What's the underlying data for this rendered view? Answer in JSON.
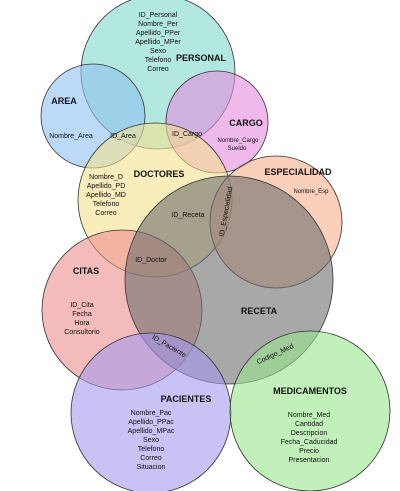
{
  "entities": {
    "personal": {
      "title": "PERSONAL",
      "attributes": [
        "ID_Personal",
        "Nombre_Per",
        "Apellido_PPer",
        "Apellido_MPer",
        "Sexo",
        "Telefono",
        "Correo"
      ],
      "color": "#7fd8c9"
    },
    "area": {
      "title": "AREA",
      "attributes": [
        "Nombre_Area"
      ],
      "color": "#8fc2f2"
    },
    "cargo": {
      "title": "CARGO",
      "attributes": [
        "Nombre_Cargo",
        "Sueldo"
      ],
      "color": "#e58ae0"
    },
    "doctores": {
      "title": "DOCTORES",
      "attributes": [
        "Nombre_D",
        "Apellido_PD",
        "Apellido_MD",
        "Telefono",
        "Correo"
      ],
      "color": "#f5e18e"
    },
    "especialidad": {
      "title": "ESPECIALIDAD",
      "attributes": [
        "Nombre_Esp"
      ],
      "color": "#f6b08e"
    },
    "citas": {
      "title": "CITAS",
      "attributes": [
        "ID_Cita",
        "Fecha",
        "Hora",
        "Consultorio"
      ],
      "color": "#ec8d8d"
    },
    "receta": {
      "title": "RECETA",
      "attributes": [],
      "color": "#6e6e6e"
    },
    "pacientes": {
      "title": "PACIENTES",
      "attributes": [
        "Nombre_Pac",
        "Apellido_PPac",
        "Apellido_MPac",
        "Sexo",
        "Telefono",
        "Correo",
        "Situacion"
      ],
      "color": "#a59aee"
    },
    "medicamentos": {
      "title": "MEDICAMENTOS",
      "attributes": [
        "Nombre_Med",
        "Cantidad",
        "Descripcion",
        "Fecha_Caducidad",
        "Precio",
        "Presentacion"
      ],
      "color": "#98e68c"
    }
  },
  "relations": {
    "id_area": "ID_Area",
    "id_cargo": "ID_Cargo",
    "id_receta": "ID_Receta",
    "id_especialidad": "ID_Especialidad",
    "id_doctor": "ID_Doctor",
    "id_paciente": "ID_Paciente",
    "codigo_med": "Codigo_Med"
  }
}
